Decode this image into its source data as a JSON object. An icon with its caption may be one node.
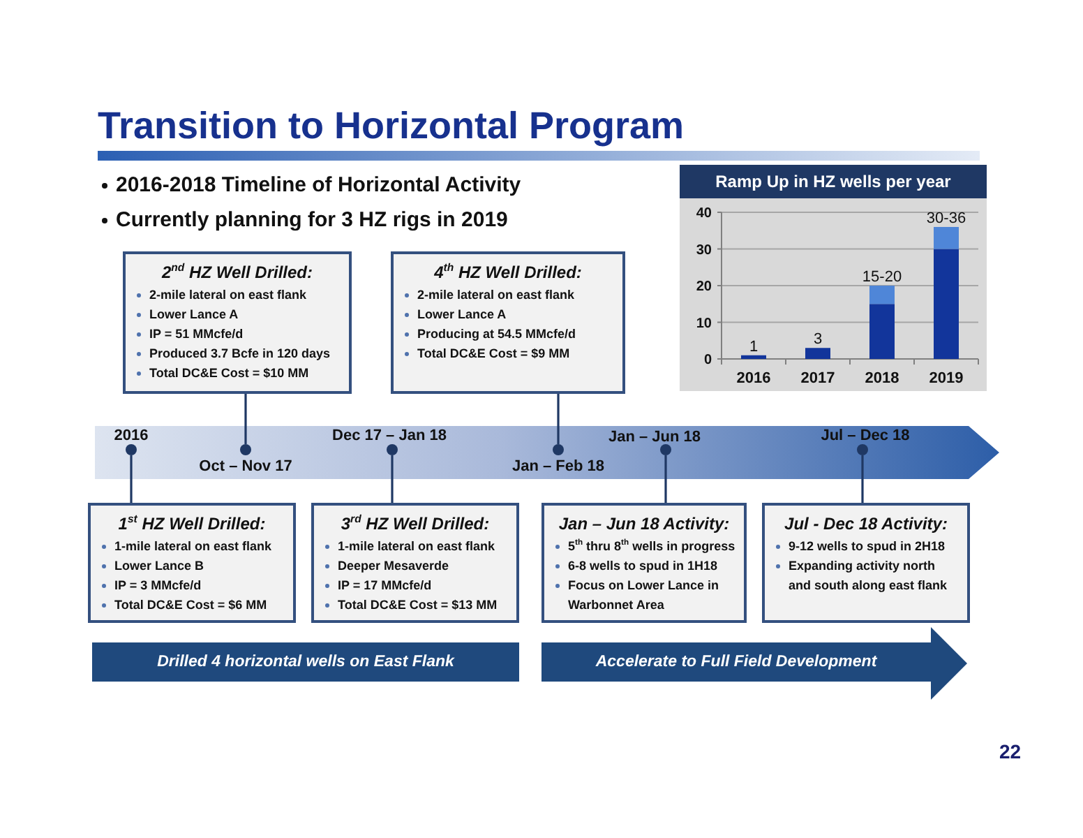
{
  "diagram": {
    "title": "Transition to Horizontal Program",
    "nodes": [
      {
        "text": [
          "2$^{nd}$ HZ Well Drilled:",
          "2-mile lateral on east flank",
          "Lower Lance A",
          "IP = 51 MMcfe/d",
          "Produced 3.7 Bcfe in 120 days",
          "Total DC&E Cost = $10 MM"
        ]
      },
      {
        "text": [
          "4$^{th}$ HZ Well Drilled:",
          "2-mile lateral on east flank",
          "Lower Lance A",
          "Producing at 54.5 MMcfe/d",
          "Total DC&E Cost = $9 MM"
        ]
      },
      {
        "text": [],
        "shape": "circle",
        "beside": [
          "2016"
        ]
      },
      {
        "text": [],
        "shape": "circle",
        "beside": [
          "Oct – Nov 17"
        ]
      },
      {
        "text": [],
        "shape": "circle",
        "beside": [
          "Dec 17 – Jan 18"
        ]
      },
      {
        "text": [],
        "shape": "circle",
        "beside": [
          "Jan – Feb 18"
        ]
      },
      {
        "text": [],
        "shape": "circle",
        "beside": [
          "Jan – Jun 18"
        ]
      },
      {
        "text": [],
        "shape": "circle",
        "beside": [
          "Jul – Dec 18"
        ]
      },
      {
        "text": [
          "1$^{st}$ HZ Well Drilled:",
          "1-mile lateral on east flank",
          "Lower Lance B",
          "IP = 3 MMcfe/d",
          "Total DC&E Cost = $6 MM"
        ]
      },
      {
        "text": [
          "3$^{rd}$ HZ Well Drilled:",
          "1-mile lateral on east flank",
          "Deeper Mesaverde",
          "IP = 17 MMcfe/d",
          "Total DC&E Cost = $13 MM"
        ]
      },
      {
        "text": [
          "Jan – Jun 18 Activity:",
          "5$^{th}$ thru 8$^{th}$ wells in progress",
          "6-8 wells to spud in 1H18",
          "Focus on Lower Lance in Warbonnet Area"
        ]
      },
      {
        "text": [
          "Jul - Dec 18 Activity:",
          "9-12 wells to spud in 2H18",
          "Expanding activity north and south along east flank"
        ]
      },
      {
        "text": [
          "Drilled 4 horizontal wells on East Flank"
        ]
      },
      {
        "text": [
          "Accelerate to Full Field Development"
        ]
      }
    ],
    "edges": [
      {
        "from": 0,
        "to": 3,
        "arrow": "none"
      },
      {
        "from": 1,
        "to": 5,
        "arrow": "none"
      },
      {
        "from": 8,
        "to": 2,
        "arrow": "none"
      },
      {
        "from": 9,
        "to": 4,
        "arrow": "none"
      },
      {
        "from": 10,
        "to": 6,
        "arrow": "none"
      },
      {
        "from": 11,
        "to": 7,
        "arrow": "none"
      }
    ],
    "labels": [
      "2016-2018 Timeline of Horizontal Activity",
      "Currently planning for 3 HZ rigs in 2019",
      "22"
    ],
    "chart_data": {
      "type": "bar",
      "title": "Ramp Up in HZ wells per year",
      "categories": [
        "2016",
        "2017",
        "2018",
        "2019"
      ],
      "series": [
        {
          "color": "#12359b",
          "values": [
            1,
            3,
            15,
            30
          ]
        },
        {
          "color": "#4f86d8",
          "values": [
            0,
            0,
            5,
            6
          ]
        }
      ],
      "stacked": true,
      "grid": true,
      "ylim": [
        0,
        40
      ],
      "yticks": [
        0,
        10,
        20,
        30,
        40
      ],
      "value_labels": [
        "1",
        "3",
        "15-20",
        "30-36"
      ]
    }
  }
}
